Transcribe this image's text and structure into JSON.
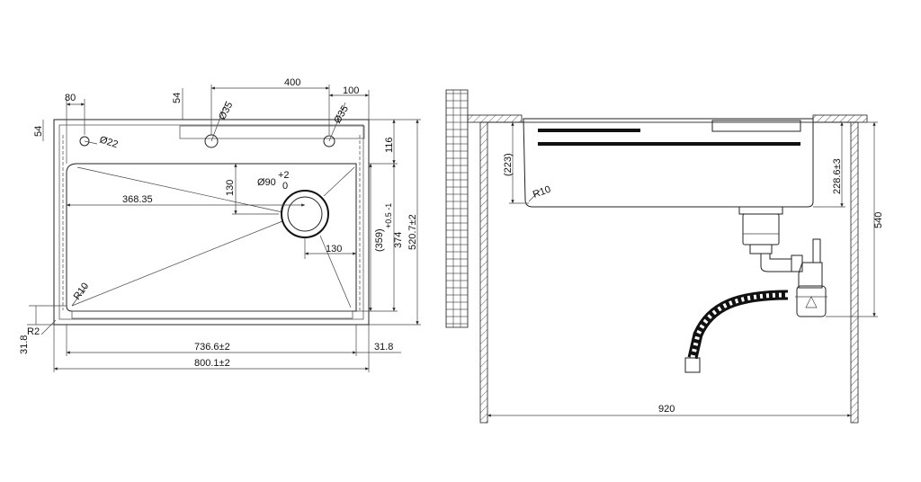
{
  "plan_view": {
    "dim_80": "80",
    "dim_54_left": "54",
    "dim_54_top": "54",
    "dim_400": "400",
    "dim_100": "100",
    "dim_dia35_a": "Ø35",
    "dim_dia35_b": "Ø35",
    "dim_dia22": "Ø22",
    "dim_116": "116",
    "dim_130_vertical": "130",
    "dim_dia90": "Ø90",
    "dim_dia90_tol_plus": "+2",
    "dim_dia90_tol_zero": "0",
    "dim_368": "368.35",
    "dim_130_horizontal": "130",
    "dim_359": "(359)",
    "dim_374": "374",
    "dim_374_tol": "+0.5 -1",
    "dim_520": "520.7±2",
    "dim_r10": "R10",
    "dim_r2": "R2",
    "dim_31_8_left": "31.8",
    "dim_31_8_right": "31.8",
    "dim_736": "736.6±2",
    "dim_800": "800.1±2"
  },
  "section_view": {
    "dim_223": "(223)",
    "dim_r10": "R10",
    "dim_228": "228.6±3",
    "dim_540": "540",
    "dim_920": "920"
  }
}
